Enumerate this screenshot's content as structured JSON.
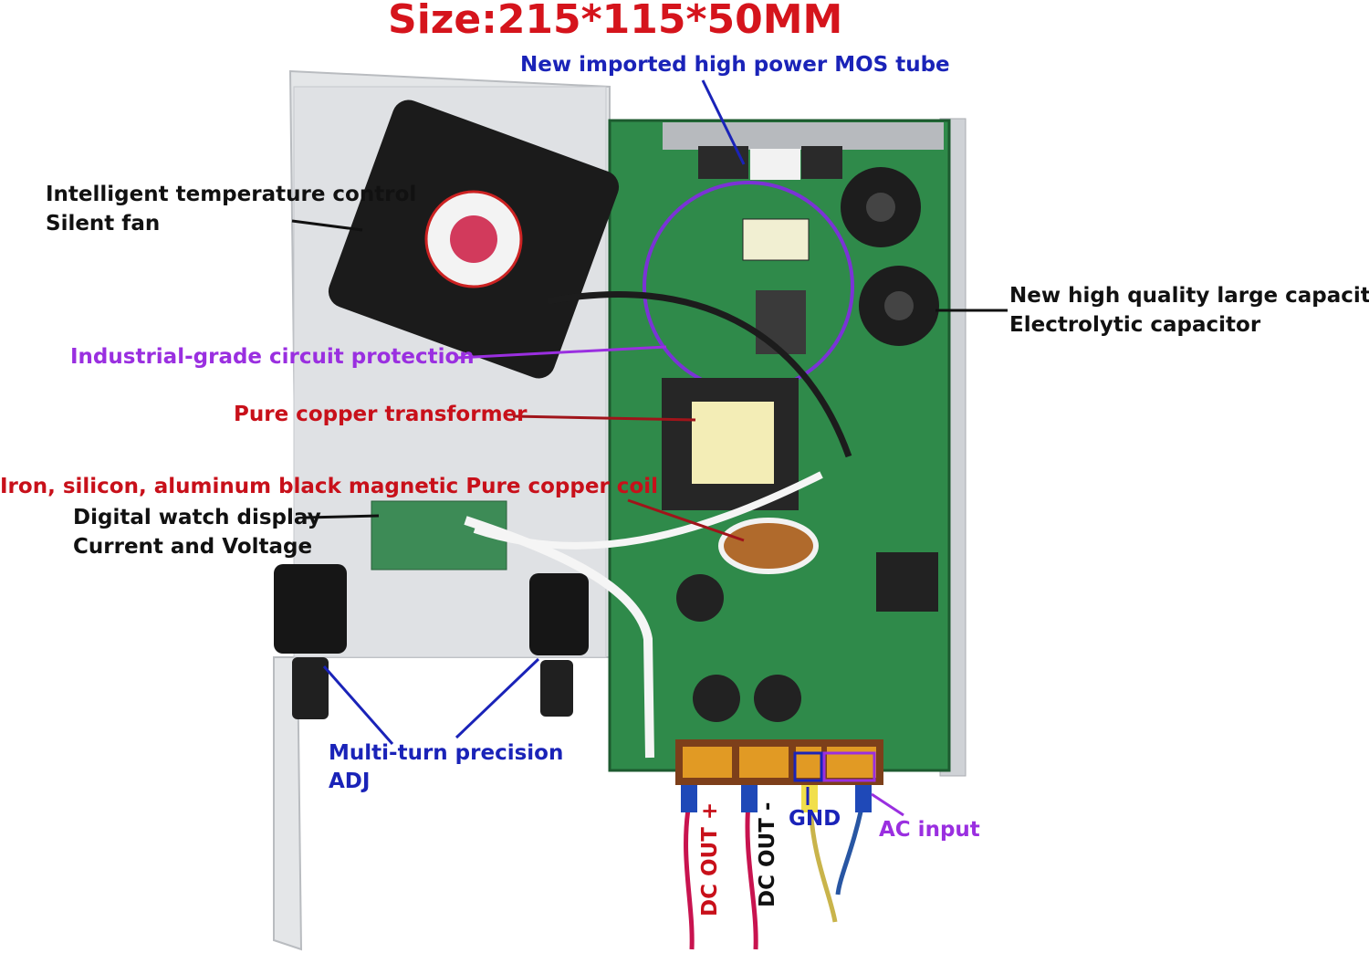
{
  "title": "Size:215*115*50MM",
  "labels": {
    "mos_tube": "New imported high power MOS tube",
    "fan_line1": "Intelligent temperature control",
    "fan_line2": "Silent fan",
    "capacitor_line1": "New high quality large capacity",
    "capacitor_line2": "Electrolytic capacitor",
    "circuit_protection": "Industrial-grade circuit protection",
    "transformer": "Pure copper transformer",
    "coil": "Iron, silicon, aluminum black magnetic Pure copper coil",
    "display_line1": "Digital watch display",
    "display_line2": "Current and Voltage",
    "adj_line1": "Multi-turn precision",
    "adj_line2": "ADJ",
    "dc_out_plus": "DC OUT +",
    "dc_out_minus": "DC OUT -",
    "gnd": "GND",
    "ac_input": "AC input"
  },
  "colors": {
    "red_label": "#c8101a",
    "blue_label": "#1a23b8",
    "purple_label": "#9a2fe0",
    "black_label": "#111111",
    "pcb_green": "#2f8a4a",
    "terminal_orange": "#d98a1e"
  }
}
